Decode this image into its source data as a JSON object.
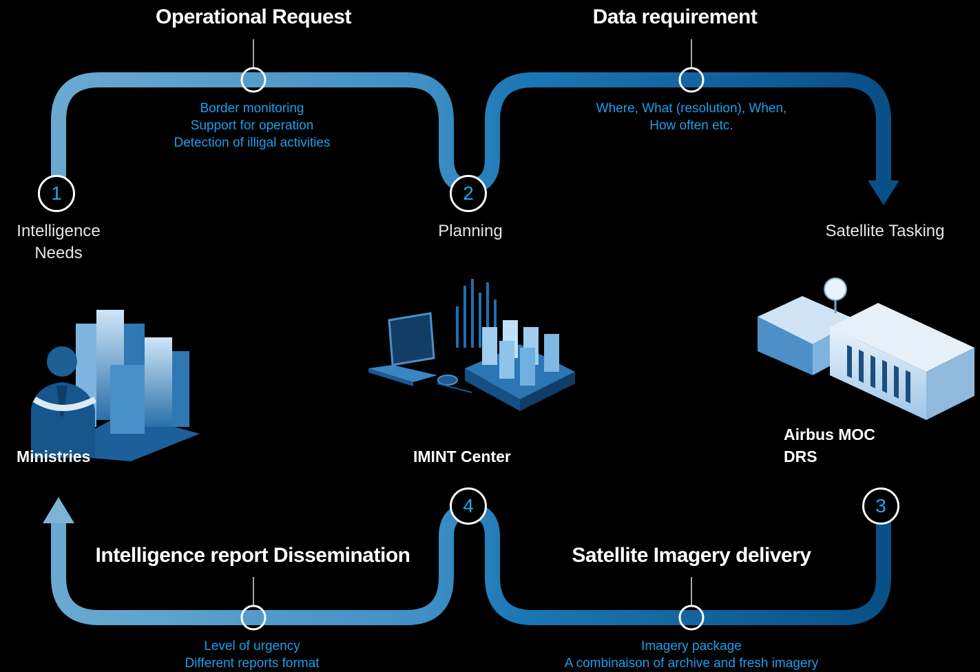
{
  "top_left": {
    "title": "Operational Request",
    "items": [
      "Border monitoring",
      "Support for operation",
      "Detection of illigal activities"
    ]
  },
  "top_right": {
    "title": "Data requirement",
    "items": [
      "Where, What (resolution), When,",
      "How often etc."
    ]
  },
  "bottom_left": {
    "title": "Intelligence report Dissemination",
    "items": [
      "Level of urgency",
      "Different reports format"
    ]
  },
  "bottom_right": {
    "title": "Satellite Imagery delivery",
    "items": [
      "Imagery package",
      "A combinaison of archive and fresh imagery"
    ]
  },
  "steps": [
    {
      "number": "1",
      "label_lines": [
        "Intelligence",
        "Needs"
      ]
    },
    {
      "number": "2",
      "label_lines": [
        "Planning"
      ]
    },
    {
      "number": "3",
      "label_lines": []
    },
    {
      "number": "4",
      "label_lines": []
    }
  ],
  "satellite_tasking": "Satellite Tasking",
  "places": {
    "ministries": "Ministries",
    "imint": "IMINT Center",
    "airbus_lines": [
      "Airbus MOC",
      "DRS"
    ]
  },
  "colors": {
    "pipe_light": "#5a9ec8",
    "pipe_dark": "#0a4f86",
    "accent_text": "#1e9ee8",
    "number_text": "#22a7f0"
  },
  "icons": {
    "ministries": "ministry-building-icon",
    "imint": "server-laptop-icon",
    "airbus": "ground-station-icon"
  }
}
